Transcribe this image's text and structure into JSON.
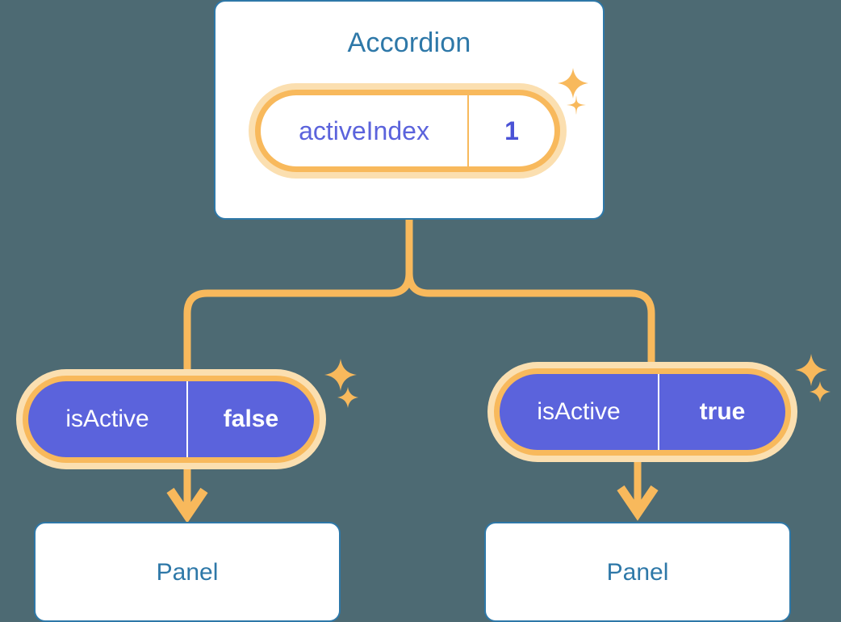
{
  "background_color": "#4d6a73",
  "palette": {
    "card_border": "#2e78a8",
    "card_title_text": "#2e78a8",
    "badge_ring_outer": "#fbdfb0",
    "badge_ring_inner": "#f8b95c",
    "badge_white_fill": "#ffffff",
    "badge_purple_fill": "#5b63dc",
    "badge_key_purple_text": "#5b63dc",
    "connector_line": "#f8b95c",
    "sparkle": "#f8b95c"
  },
  "tree": {
    "root": {
      "title": "Accordion",
      "badge": {
        "key": "activeIndex",
        "value": "1",
        "style": "white"
      }
    },
    "children": [
      {
        "badge": {
          "key": "isActive",
          "value": "false",
          "style": "purple"
        },
        "panel": {
          "title": "Panel"
        }
      },
      {
        "badge": {
          "key": "isActive",
          "value": "true",
          "style": "purple"
        },
        "panel": {
          "title": "Panel"
        }
      }
    ]
  },
  "icons": {
    "sparkle": "sparkle-four-point-star",
    "arrow": "arrow-down-icon"
  }
}
